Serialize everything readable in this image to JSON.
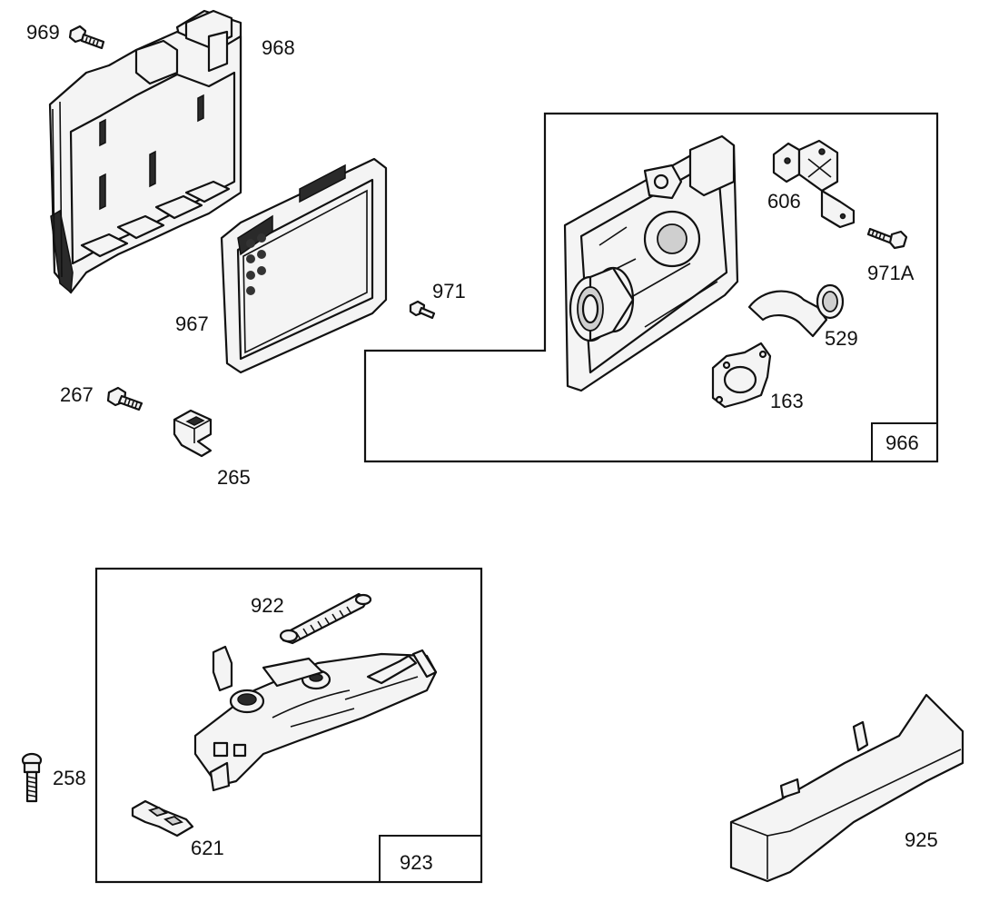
{
  "callouts": {
    "c969": "969",
    "c968": "968",
    "c967": "967",
    "c267": "267",
    "c265": "265",
    "c971": "971",
    "c606": "606",
    "c971a": "971A",
    "c529": "529",
    "c163": "163",
    "c966": "966",
    "c922": "922",
    "c258": "258",
    "c621": "621",
    "c923": "923",
    "c925": "925"
  }
}
